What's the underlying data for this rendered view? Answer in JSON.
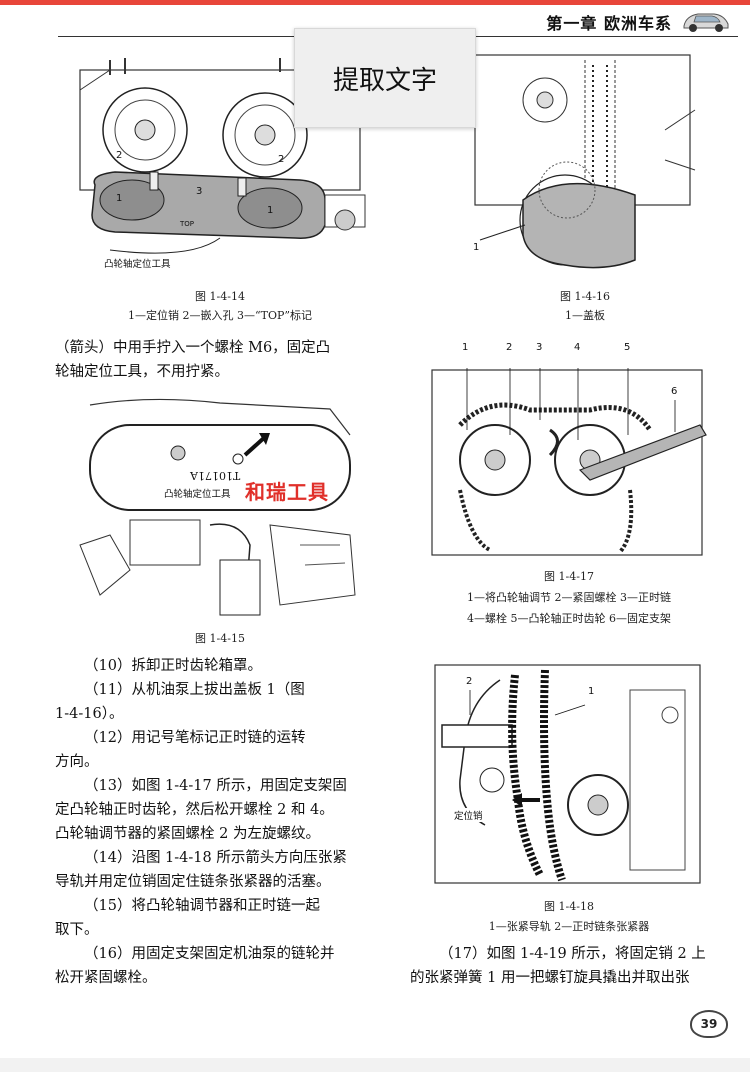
{
  "header": {
    "chapter_title": "第一章 欧洲车系",
    "extract_text_button": "提取文字"
  },
  "figures": {
    "f14": {
      "caption": "图 1-4-14",
      "legend": "1—定位销 2—嵌入孔 3—“TOP”标记",
      "tool_label": "凸轮轴定位工具",
      "plate_mark": "TOP",
      "callouts": [
        "1",
        "1",
        "2",
        "2",
        "3"
      ]
    },
    "f15": {
      "caption": "图 1-4-15",
      "stamp": "T10171A",
      "tool_label": "凸轮轴定位工具"
    },
    "f16": {
      "caption": "图 1-4-16",
      "legend": "1—盖板",
      "callouts": [
        "1"
      ]
    },
    "f17": {
      "caption": "图 1-4-17",
      "legend_line1": "1—将凸轮轴调节 2—紧固螺栓 3—正时链",
      "legend_line2": "4—螺栓 5—凸轮轴正时齿轮 6—固定支架",
      "callouts": [
        "1",
        "2",
        "3",
        "4",
        "5",
        "6"
      ]
    },
    "f18": {
      "caption": "图 1-4-18",
      "legend": "1—张紧导轨 2—正时链条张紧器",
      "pin_label": "定位销",
      "callouts": [
        "1",
        "2"
      ]
    }
  },
  "watermark": "和瑞工具",
  "text": {
    "intro_line1": "（箭头）中用手拧入一个螺栓 M6，固定凸",
    "intro_line2": "轮轴定位工具，不用拧紧。",
    "s10": "（10）拆卸正时齿轮箱罩。",
    "s11_line1": "（11）从机油泵上拔出盖板 1（图",
    "s11_line2": "1-4-16）。",
    "s12_line1": "（12）用记号笔标记正时链的运转",
    "s12_line2": "方向。",
    "s13_line1": "（13）如图 1-4-17 所示，用固定支架固",
    "s13_line2": "定凸轮轴正时齿轮，然后松开螺栓 2 和 4。",
    "s13_line3": "凸轮轴调节器的紧固螺栓 2 为左旋螺纹。",
    "s14_line1": "（14）沿图 1-4-18 所示箭头方向压张紧",
    "s14_line2": "导轨并用定位销固定住链条张紧器的活塞。",
    "s15_line1": "（15）将凸轮轴调节器和正时链一起",
    "s15_line2": "取下。",
    "s16_line1": "（16）用固定支架固定机油泵的链轮并",
    "s16_line2": "松开紧固螺栓。",
    "s17_line1": "（17）如图 1-4-19 所示，将固定销 2 上",
    "s17_line2": "的张紧弹簧 1 用一把螺钉旋具撬出并取出张"
  },
  "page_number": "39",
  "colors": {
    "accent": "#e8463a",
    "watermark": "#e0302a"
  }
}
